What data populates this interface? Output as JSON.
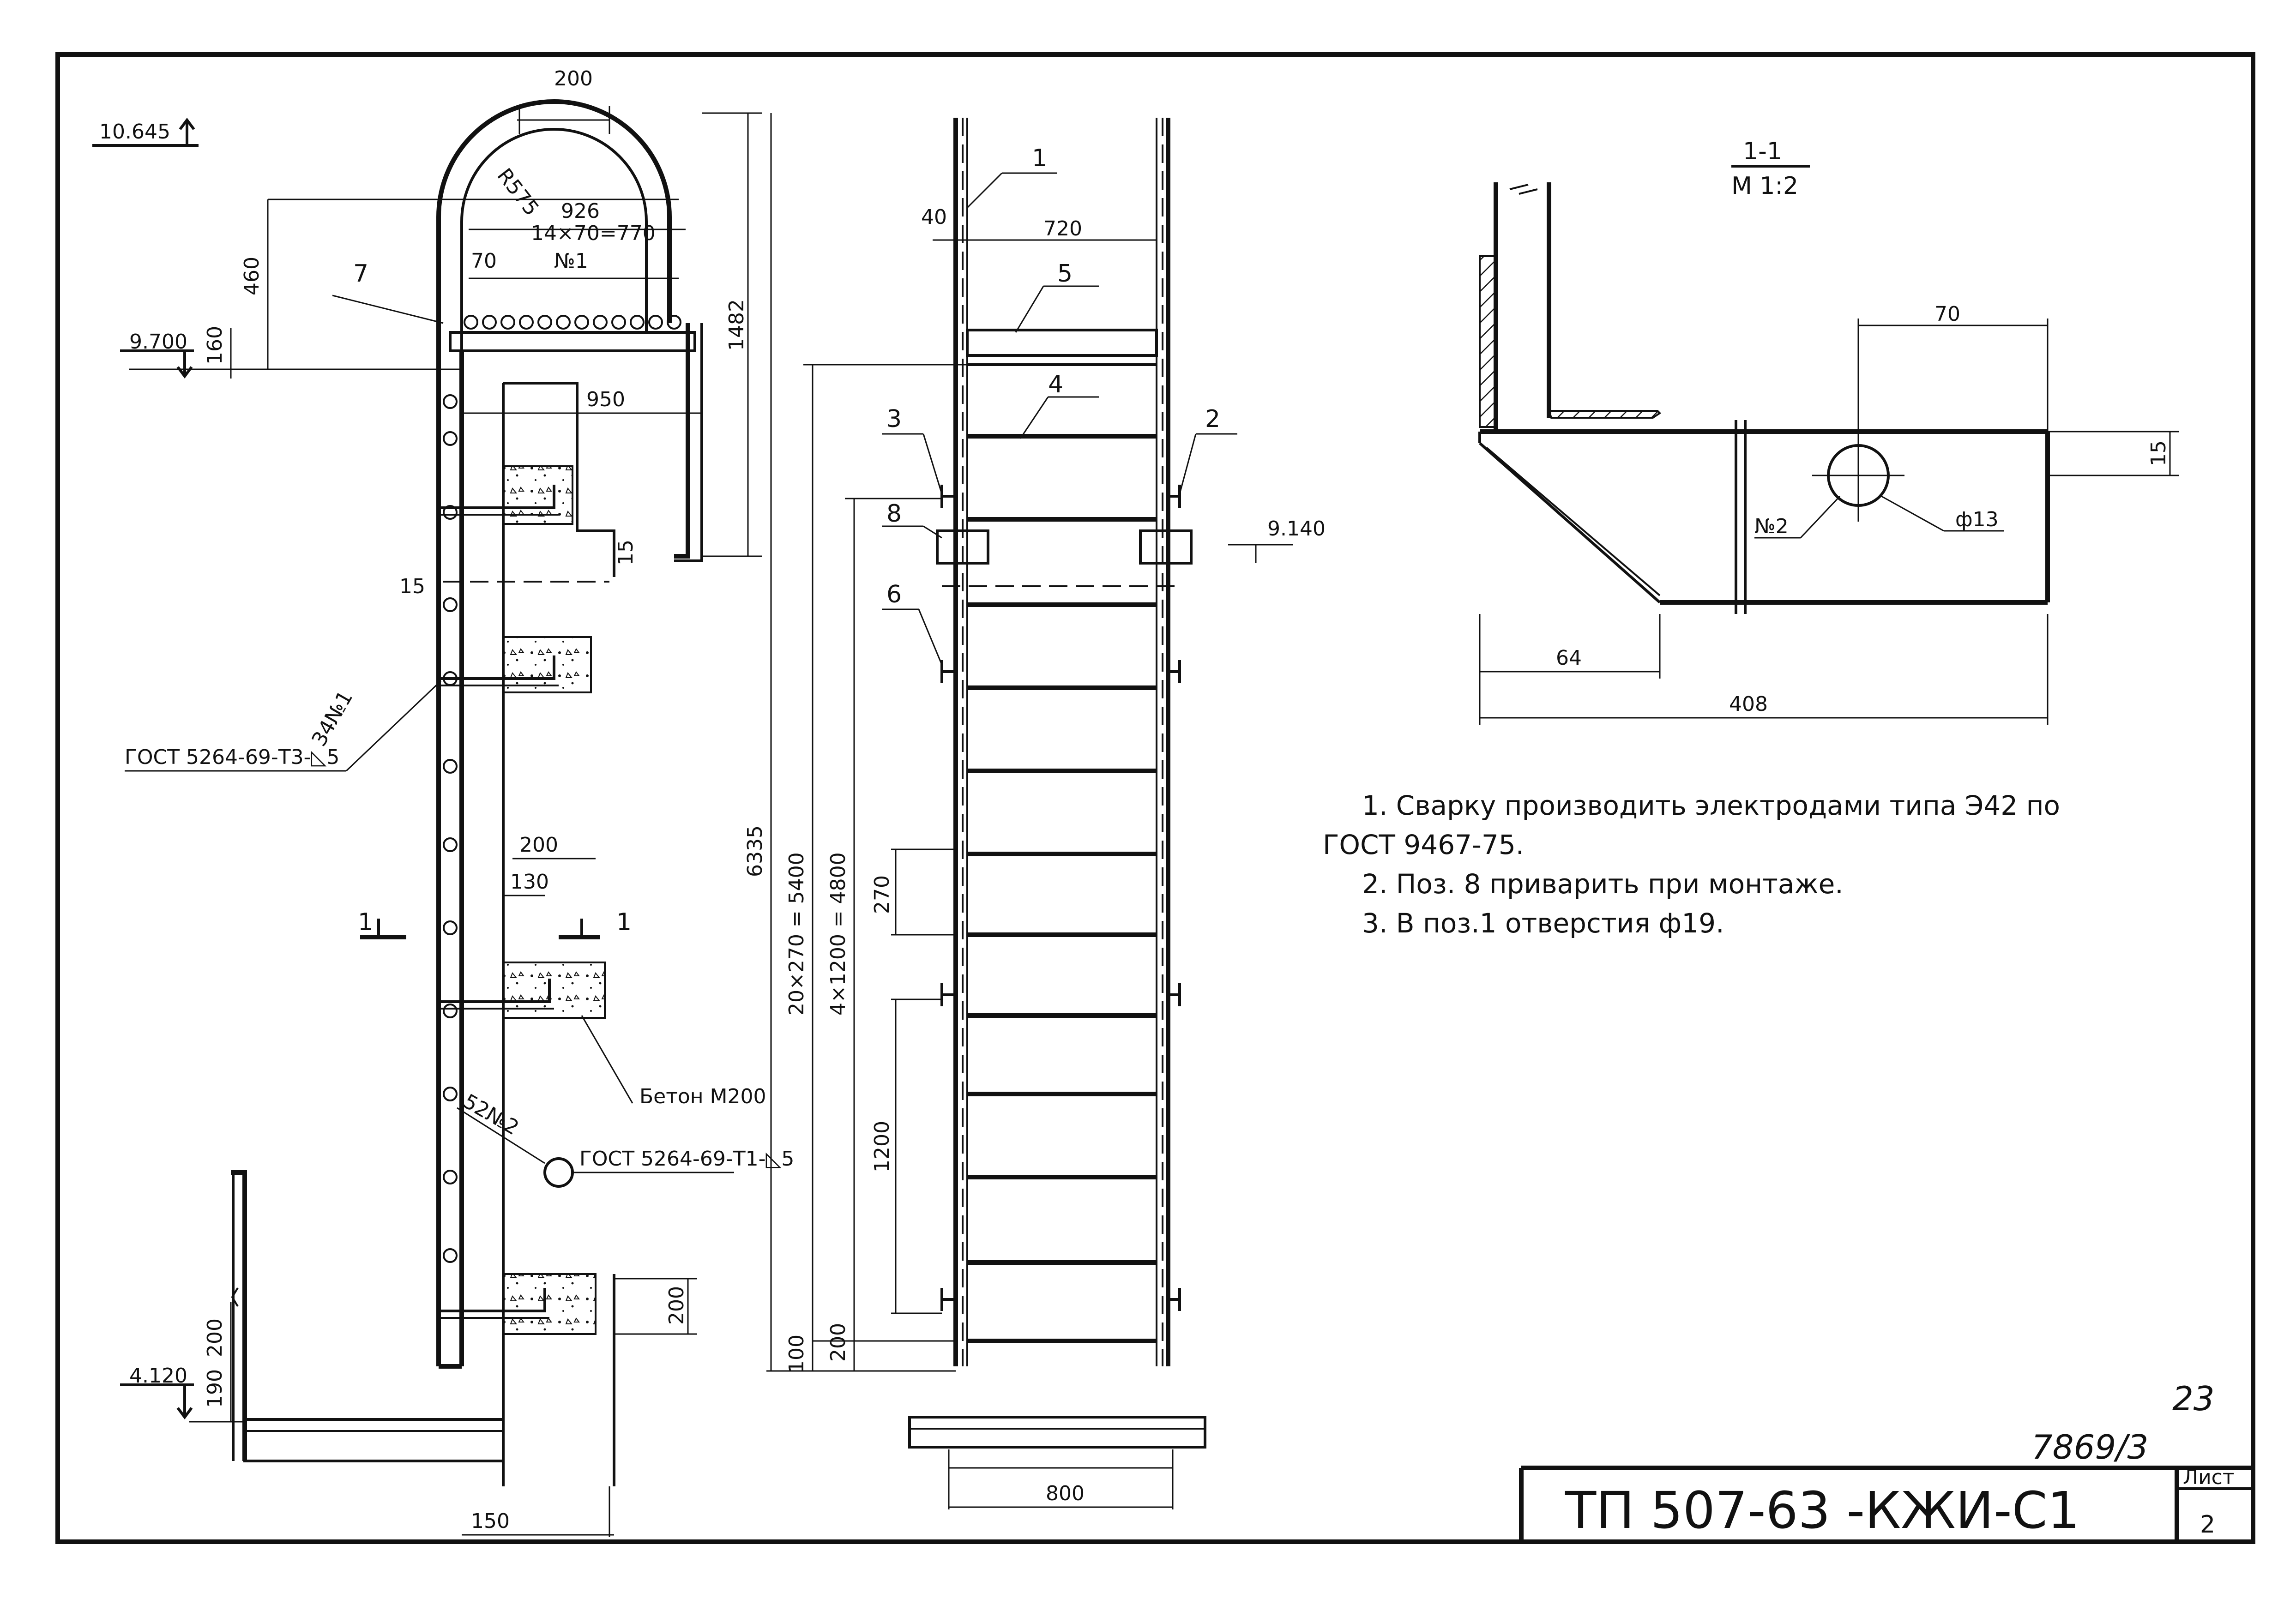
{
  "elevations": {
    "top": "10.645",
    "mid": "9.700",
    "platform": "9.140",
    "bottom": "4.120"
  },
  "left_view": {
    "dim_200_top": "200",
    "radius": "R575",
    "dim_926": "926",
    "spacing": "14×70=770",
    "dim_70": "70",
    "pos_ref_1": "№1",
    "dim_460": "460",
    "dim_160": "160",
    "label_7": "7",
    "dim_950": "950",
    "dim_1482": "1482",
    "dim_15_a": "15",
    "dim_15_b": "15",
    "weld_34": "34№1",
    "weld_gost_1": "ГОСТ 5264-69-Т3-◺5",
    "section_mark": "1",
    "dim_200_mid": "200",
    "dim_130": "130",
    "concrete": "Бетон М200",
    "weld_52": "52№2",
    "weld_gost_2": "ГОСТ 5264-69-Т1-◺5",
    "dim_200_low": "200",
    "dim_200_side": "200",
    "dim_190": "190",
    "dim_150": "150"
  },
  "front_view": {
    "label_1": "1",
    "dim_40": "40",
    "dim_720": "720",
    "label_5": "5",
    "label_4": "4",
    "label_3": "3",
    "label_2": "2",
    "label_8": "8",
    "label_6": "6",
    "dim_6335": "6335",
    "dim_5400": "20×270 = 5400",
    "dim_4800": "4×1200 = 4800",
    "dim_270": "270",
    "dim_1200": "1200",
    "dim_100": "100",
    "dim_200": "200",
    "dim_800": "800"
  },
  "section_view": {
    "title": "1-1",
    "scale": "М 1:2",
    "dim_70": "70",
    "dim_15": "15",
    "pos_ref": "№2",
    "hole": "ф13",
    "dim_64": "64",
    "dim_408": "408"
  },
  "notes": [
    "1. Сварку производить электродами типа Э42 по",
    "ГОСТ 9467-75.",
    "2. Поз. 8 приварить при монтаже.",
    "3. В поз.1 отверстия ф19."
  ],
  "title_block": {
    "page_num_hand": "23",
    "ref_hand": "7869/3",
    "code": "ТП 507-63  -КЖИ-С1",
    "sheet_label": "Лист",
    "sheet_num": "2"
  }
}
